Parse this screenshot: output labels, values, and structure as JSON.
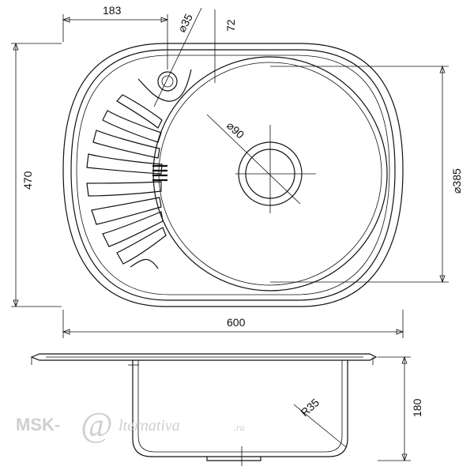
{
  "dimensions": {
    "d183": "183",
    "d35": "⌀35",
    "d72": "72",
    "d470": "470",
    "d90": "⌀90",
    "d385": "⌀385",
    "d600": "600",
    "d180": "180",
    "r35": "R35"
  },
  "watermark": {
    "brand": "MSK-",
    "at": "@",
    "tail": "lternativa",
    "tld": ".ru",
    "color": "#cfcfcf"
  },
  "colors": {
    "line": "#111111",
    "background": "#ffffff"
  }
}
